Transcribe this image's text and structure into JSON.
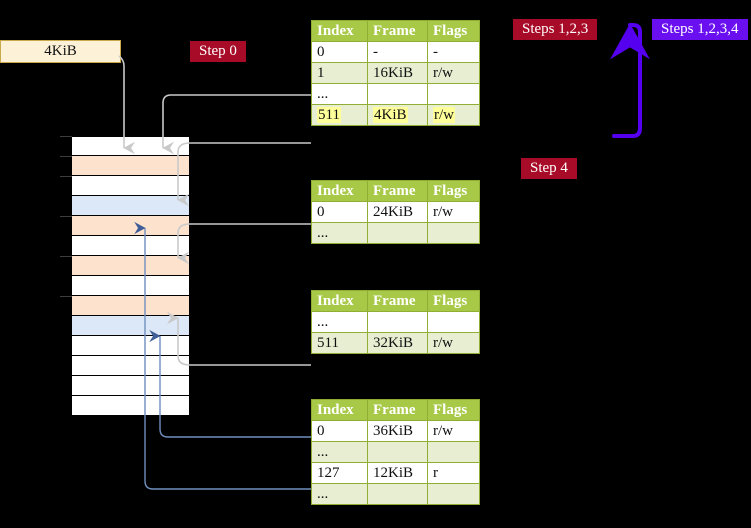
{
  "diagram": {
    "title_labels": [
      {
        "id": "step0",
        "text": "Step 0",
        "style": "red"
      },
      {
        "id": "steps123",
        "text": "Steps 1,2,3",
        "style": "red"
      },
      {
        "id": "steps1234",
        "text": "Steps 1,2,3,4",
        "style": "violet"
      },
      {
        "id": "step4",
        "text": "Step 4",
        "style": "red"
      }
    ],
    "frame_box": {
      "label": "4KiB"
    },
    "colors": {
      "table_header_bg": "#a8c948",
      "table_alt_row_bg": "#e7eed1",
      "table_border": "#8fae33",
      "highlight_text_bg": "#ffff99",
      "label_red_bg": "#a80b27",
      "label_violet_bg": "#6a0ff0",
      "frame_box_bg": "#fdf2d8",
      "mem_orange": "#fde3cd",
      "mem_blue": "#dce8f7",
      "mem_white": "#ffffff",
      "connector_gray": "#b0b0b0",
      "connector_blue": "#6f8fc0",
      "arrow_violet": "#5500ee"
    },
    "tables": [
      {
        "id": "table-1",
        "headers": [
          "Index",
          "Frame",
          "Flags"
        ],
        "rows": [
          {
            "cells": [
              "0",
              "-",
              "-"
            ],
            "shade": "plain",
            "highlight": false
          },
          {
            "cells": [
              "1",
              "16KiB",
              "r/w"
            ],
            "shade": "alt",
            "highlight": false
          },
          {
            "cells": [
              "...",
              "",
              ""
            ],
            "shade": "plain",
            "highlight": false
          },
          {
            "cells": [
              "511",
              "4KiB",
              "r/w"
            ],
            "shade": "alt",
            "highlight": true
          }
        ]
      },
      {
        "id": "table-2",
        "headers": [
          "Index",
          "Frame",
          "Flags"
        ],
        "rows": [
          {
            "cells": [
              "0",
              "24KiB",
              "r/w"
            ],
            "shade": "plain",
            "highlight": false
          },
          {
            "cells": [
              "...",
              "",
              ""
            ],
            "shade": "alt",
            "highlight": false
          }
        ]
      },
      {
        "id": "table-3",
        "headers": [
          "Index",
          "Frame",
          "Flags"
        ],
        "rows": [
          {
            "cells": [
              "...",
              "",
              ""
            ],
            "shade": "plain",
            "highlight": false
          },
          {
            "cells": [
              "511",
              "32KiB",
              "r/w"
            ],
            "shade": "alt",
            "highlight": false
          }
        ]
      },
      {
        "id": "table-4",
        "headers": [
          "Index",
          "Frame",
          "Flags"
        ],
        "rows": [
          {
            "cells": [
              "0",
              "36KiB",
              "r/w"
            ],
            "shade": "plain",
            "highlight": false
          },
          {
            "cells": [
              "...",
              "",
              ""
            ],
            "shade": "alt",
            "highlight": false
          },
          {
            "cells": [
              "127",
              "12KiB",
              "r"
            ],
            "shade": "plain",
            "highlight": false
          },
          {
            "cells": [
              "...",
              "",
              ""
            ],
            "shade": "alt",
            "highlight": false
          }
        ]
      }
    ],
    "memory_column": {
      "rows": [
        {
          "fill": "w"
        },
        {
          "fill": "o"
        },
        {
          "fill": "w"
        },
        {
          "fill": "b"
        },
        {
          "fill": "o"
        },
        {
          "fill": "w"
        },
        {
          "fill": "o"
        },
        {
          "fill": "w"
        },
        {
          "fill": "o"
        },
        {
          "fill": "b"
        },
        {
          "fill": "w"
        },
        {
          "fill": "w"
        },
        {
          "fill": "w"
        },
        {
          "fill": "w"
        }
      ],
      "tick_rows": [
        0,
        1,
        2,
        4,
        6,
        8
      ]
    }
  }
}
